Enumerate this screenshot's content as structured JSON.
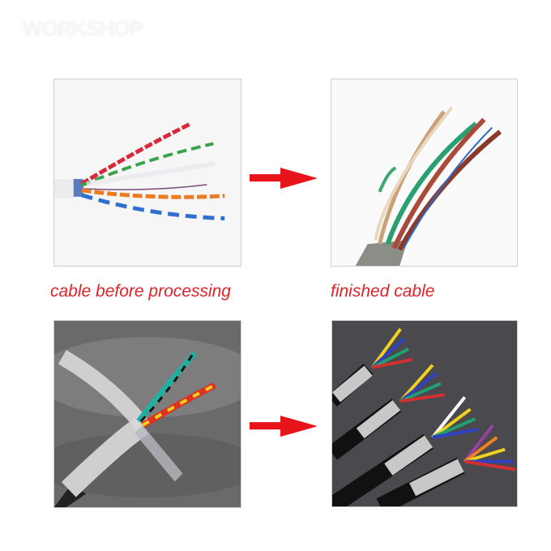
{
  "watermark": {
    "text": "WORKSHOP"
  },
  "colors": {
    "label": "#e0222a",
    "arrow": "#e8141c",
    "frame_border": "#cfcfcf",
    "background": "#ffffff"
  },
  "rows": [
    {
      "before": {
        "image": "twisted-pair-cable-unprocessed",
        "wire_colors": [
          "#d8283a",
          "#3aa34a",
          "#f07a20",
          "#2f6fd0",
          "#7a4a7a"
        ]
      },
      "arrow": "right-arrow-icon",
      "after": {
        "image": "cable-with-stripped-colored-wires",
        "wire_colors": [
          "#c9a27a",
          "#2aa070",
          "#a94a3a",
          "#8a3a2a",
          "#2a6acb"
        ]
      }
    },
    {
      "before": {
        "image": "shielded-cable-unprocessed",
        "wire_colors": [
          "#20b0a0",
          "#e8d020",
          "#e03020"
        ]
      },
      "arrow": "right-arrow-icon",
      "after": {
        "image": "four-shielded-multicore-cables",
        "wire_colors": [
          "#f0d020",
          "#3040c0",
          "#20a070",
          "#d03030",
          "#ffffff",
          "#f08020",
          "#9a40a0"
        ]
      }
    }
  ],
  "labels": {
    "before": "cable before processing",
    "after": "finished cable"
  }
}
